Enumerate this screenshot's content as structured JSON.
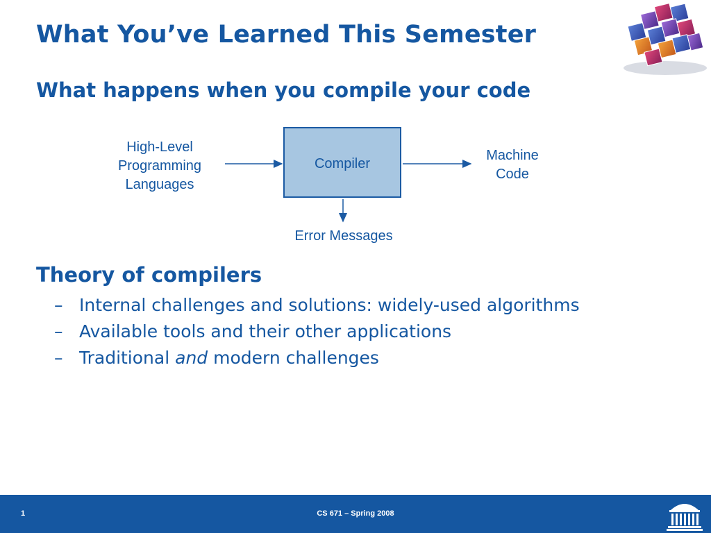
{
  "slide": {
    "title": "What You’ve Learned This Semester",
    "subtitle": "What happens when you compile your code"
  },
  "diagram": {
    "input_lines": [
      "High-Level",
      "Programming",
      "Languages"
    ],
    "compiler_label": "Compiler",
    "output_lines": [
      "Machine",
      "Code"
    ],
    "error_label": "Error Messages"
  },
  "theory": {
    "heading": "Theory of compilers",
    "bullets": [
      {
        "text": "Internal challenges and solutions: widely-used algorithms"
      },
      {
        "text": "Available tools and their other applications"
      },
      {
        "pre": "Traditional ",
        "em": "and",
        "post": " modern challenges"
      }
    ],
    "dash": "–"
  },
  "footer": {
    "page_number": "1",
    "course": "CS 671 – Spring 2008"
  },
  "colors": {
    "primary": "#1557a1",
    "box_fill": "#a7c6e1",
    "footer_bg": "#1557a1"
  },
  "icons": {
    "top_right": "colored-cubes-logo-icon",
    "footer_right": "rotunda-logo-icon"
  }
}
